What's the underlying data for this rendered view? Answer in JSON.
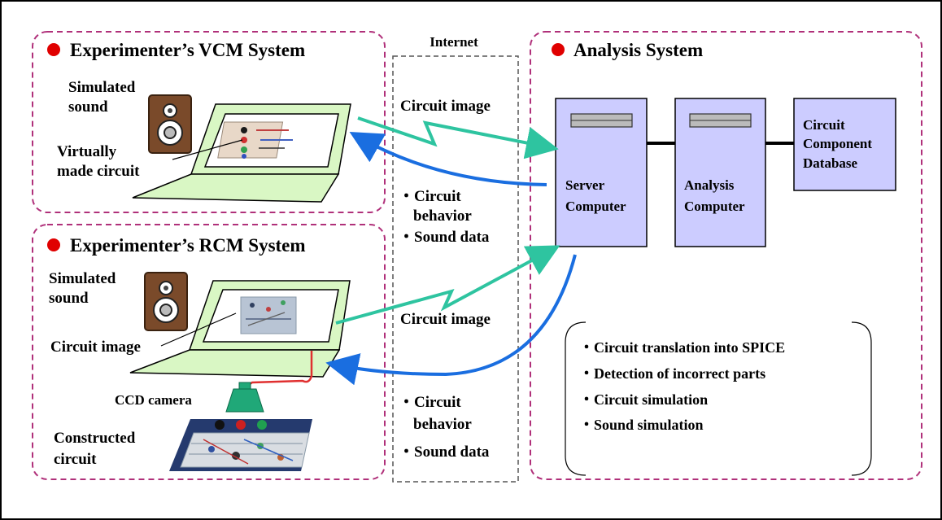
{
  "colors": {
    "box_border": "#b0307a",
    "dot": "#e00000",
    "computer_fill": "#ccccff",
    "teal_arrow": "#2ec4a0",
    "blue_arrow": "#1a6ee0",
    "speaker_wood": "#7a4a2a",
    "screen_frame": "#d9f7c4",
    "cable": "#e03030",
    "camera": "#20a878"
  },
  "vcm": {
    "title": "Experimenter’s VCM System",
    "sound_label_1": "Simulated",
    "sound_label_2": "sound",
    "circuit_label_1": "Virtually",
    "circuit_label_2": "made circuit"
  },
  "rcm": {
    "title": "Experimenter’s RCM System",
    "sound_label_1": "Simulated",
    "sound_label_2": "sound",
    "image_label": "Circuit image",
    "camera_label": "CCD camera",
    "constructed_1": "Constructed",
    "constructed_2": "circuit"
  },
  "internet": {
    "title": "Internet",
    "top_image": "Circuit image",
    "top_behavior_1": "・Circuit",
    "top_behavior_2": "behavior",
    "top_sound": "・Sound data",
    "bottom_image": "Circuit image",
    "bottom_behavior_1": "・Circuit",
    "bottom_behavior_2": "behavior",
    "bottom_sound": "・Sound data"
  },
  "analysis": {
    "title": "Analysis System",
    "server_1": "Server",
    "server_2": "Computer",
    "analysis_1": "Analysis",
    "analysis_2": "Computer",
    "db_1": "Circuit",
    "db_2": "Component",
    "db_3": "Database",
    "tasks": [
      "・Circuit translation into SPICE",
      "・Detection of incorrect parts",
      "・Circuit simulation",
      "・Sound simulation"
    ]
  }
}
